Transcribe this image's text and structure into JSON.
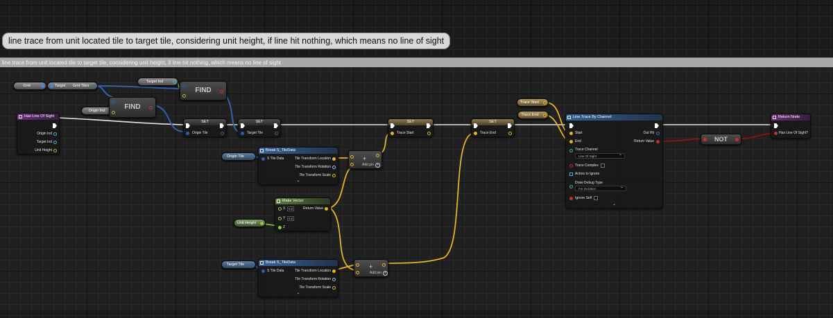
{
  "comment": {
    "bubble_text": "line trace from unit located tile to target tile, considering unit height, if line hit nothing, which means no line of sight",
    "header_text": "line trace from unit located tile to target tile, considering unit height, if line hit nothing, which means no line of sight"
  },
  "colors": {
    "exec_wire": "#e8e8e8",
    "struct_wire": "#2f5ea8",
    "object_wire": "#3a8fdc",
    "vector_wire": "#e3b423",
    "float_wire": "#8ecb3e",
    "bool_wire": "#8a0f0f"
  },
  "nodes": {
    "entry": {
      "title": "Has Line Of Sight",
      "pins": [
        "Origin Ind",
        "Target Ind",
        "Unit Height"
      ]
    },
    "grid_var": {
      "label": "Grid"
    },
    "grid_tiles": {
      "target": "Target",
      "label": "Grid Tiles"
    },
    "target_ind_var": {
      "label": "Target Ind"
    },
    "origin_ind_var": {
      "label": "Origin Ind"
    },
    "find_top": {
      "label": "FIND"
    },
    "find_bottom": {
      "label": "FIND"
    },
    "set_origin": {
      "title": "SET",
      "pin": "Origin Tile"
    },
    "set_target": {
      "title": "SET",
      "pin": "Target Tile"
    },
    "set_trace_start": {
      "title": "SET",
      "pin": "Trace Start"
    },
    "set_trace_end": {
      "title": "SET",
      "pin": "Trace End"
    },
    "origin_tile_var": {
      "label": "Origin Tile"
    },
    "target_tile_var": {
      "label": "Target Tile"
    },
    "unit_height_var": {
      "label": "Unit Height"
    },
    "break_top": {
      "title": "Break S_TileData",
      "input": "S Tile Data",
      "outputs": [
        "Tile Transform Location",
        "Tile Transform Rotation",
        "Tile Transform Scale"
      ]
    },
    "break_bottom": {
      "title": "Break S_TileData",
      "input": "S Tile Data",
      "outputs": [
        "Tile Transform Location",
        "Tile Transform Rotation",
        "Tile Transform Scale"
      ]
    },
    "add_top": {
      "add_pin": "Add pin"
    },
    "add_bottom": {
      "add_pin": "Add pin"
    },
    "make_vector": {
      "title": "Make Vector",
      "x_label": "X",
      "x_value": "0.0",
      "y_label": "Y",
      "y_value": "0.0",
      "z_label": "Z",
      "output": "Return Value"
    },
    "trace_start_var": {
      "label": "Trace Start"
    },
    "trace_end_var": {
      "label": "Trace End"
    },
    "line_trace": {
      "title": "Line Trace By Channel",
      "start": "Start",
      "end": "End",
      "trace_channel_label": "Trace Channel",
      "trace_channel_value": "Line Of Sight",
      "trace_complex": "Trace Complex",
      "actors_to_ignore": "Actors to Ignore",
      "draw_debug_label": "Draw Debug Type",
      "draw_debug_value": "For Duration",
      "ignore_self": "Ignore Self",
      "out_hit": "Out Hit",
      "return_value": "Return Value"
    },
    "not_node": {
      "label": "NOT"
    },
    "return_node": {
      "title": "Return Node",
      "pin": "Has Line Of Sight?"
    }
  }
}
